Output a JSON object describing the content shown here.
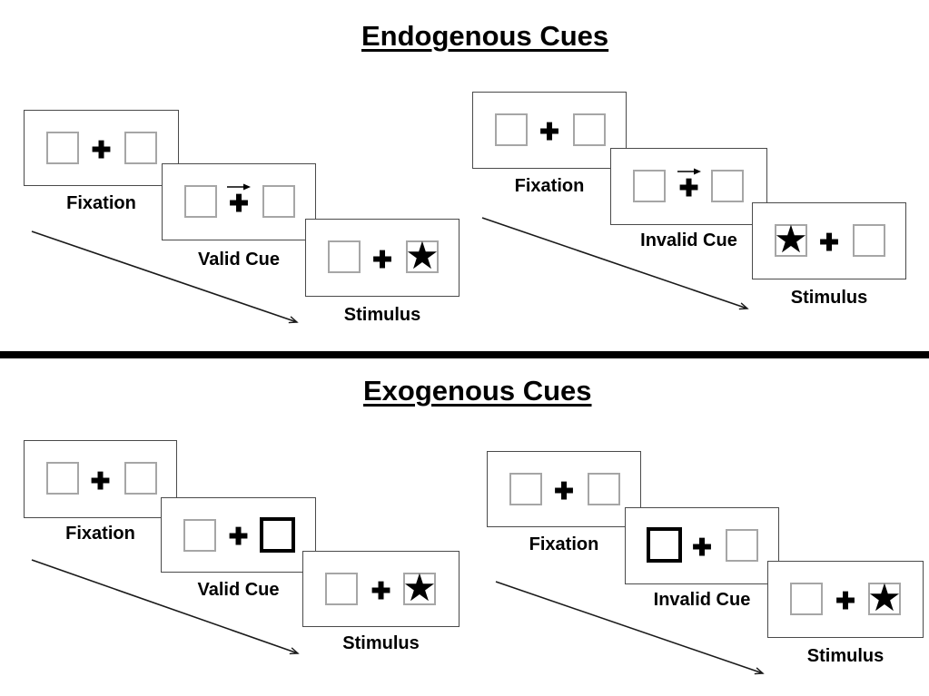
{
  "glyphs": {
    "fixation_cross": "✚",
    "star": "★"
  },
  "sections": [
    {
      "id": "endogenous",
      "title": "Endogenous Cues",
      "trials": [
        {
          "id": "valid",
          "panels": [
            {
              "label": "Fixation",
              "left_box": "empty",
              "right_box": "empty",
              "cue": "none"
            },
            {
              "label": "Valid Cue",
              "left_box": "empty",
              "right_box": "empty",
              "cue": "right-arrow-above-cross"
            },
            {
              "label": "Stimulus",
              "left_box": "empty",
              "right_box": "star",
              "cue": "none"
            }
          ]
        },
        {
          "id": "invalid",
          "panels": [
            {
              "label": "Fixation",
              "left_box": "empty",
              "right_box": "empty",
              "cue": "none"
            },
            {
              "label": "Invalid Cue",
              "left_box": "empty",
              "right_box": "empty",
              "cue": "right-arrow-above-cross"
            },
            {
              "label": "Stimulus",
              "left_box": "star",
              "right_box": "empty",
              "cue": "none"
            }
          ]
        }
      ]
    },
    {
      "id": "exogenous",
      "title": "Exogenous Cues",
      "trials": [
        {
          "id": "valid",
          "panels": [
            {
              "label": "Fixation",
              "left_box": "empty",
              "right_box": "empty",
              "cue": "none"
            },
            {
              "label": "Valid Cue",
              "left_box": "empty",
              "right_box": "bold-outline",
              "cue": "bold-right-box"
            },
            {
              "label": "Stimulus",
              "left_box": "empty",
              "right_box": "star",
              "cue": "none"
            }
          ]
        },
        {
          "id": "invalid",
          "panels": [
            {
              "label": "Fixation",
              "left_box": "empty",
              "right_box": "empty",
              "cue": "none"
            },
            {
              "label": "Invalid Cue",
              "left_box": "bold-outline",
              "right_box": "empty",
              "cue": "bold-left-box"
            },
            {
              "label": "Stimulus",
              "left_box": "empty",
              "right_box": "star",
              "cue": "none"
            }
          ]
        }
      ]
    }
  ],
  "colors": {
    "background": "#ffffff",
    "ink": "#000000",
    "panel_border": "#4a4a4a",
    "box_border": "#a6a6a6",
    "cue_box_border": "#000000"
  }
}
